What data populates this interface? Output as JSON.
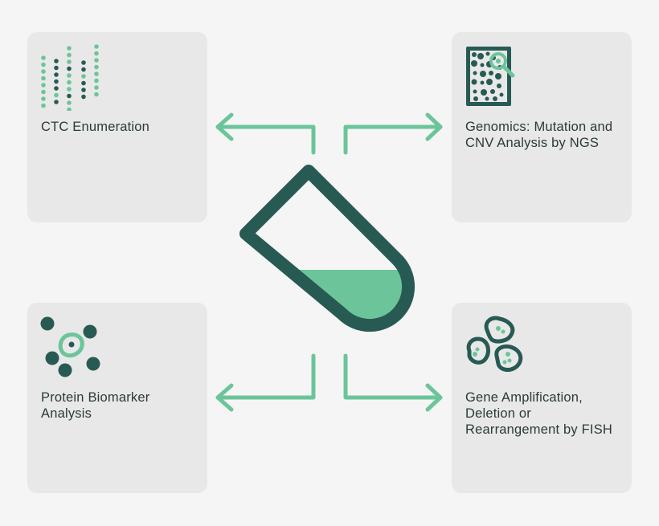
{
  "colors": {
    "accent": "#6cc59a",
    "dark": "#285a54",
    "card": "#e8e8e8",
    "background": "#f5f5f5",
    "text": "#2a3b38"
  },
  "cards": {
    "top_left": {
      "label": "CTC Enumeration",
      "icon": "dot-columns-icon"
    },
    "top_right": {
      "label": "Genomics: Mutation and CNV Analysis by NGS",
      "icon": "sequencing-chip-magnifier-icon"
    },
    "bottom_left": {
      "label": "Protein Biomarker Analysis",
      "icon": "cells-cluster-icon"
    },
    "bottom_right": {
      "label": "Gene Amplification, Deletion or Rearrangement by FISH",
      "icon": "cells-fish-icon"
    }
  },
  "center": {
    "icon": "test-tube-icon"
  },
  "connectors": {
    "icon": "arrow-icon",
    "count": 4
  }
}
